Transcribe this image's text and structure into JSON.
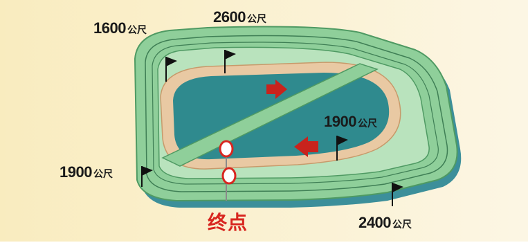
{
  "distance_unit": "公尺",
  "labels": {
    "d1600": "1600",
    "d2600": "2600",
    "d1900_right": "1900",
    "d1900_left": "1900",
    "d2400": "2400"
  },
  "finish_label": "终点",
  "icons": [
    "start-flag-icon",
    "direction-arrow-icon",
    "finish-post-icon"
  ],
  "colors": {
    "background": "#fbf2d3",
    "turf_outer": "#8fcf9a",
    "turf_inner": "#b9e3bd",
    "dirt_track": "#e9c9a3",
    "infield": "#2f8a8e",
    "arrow": "#c8231d",
    "finish_text": "#d8261f"
  }
}
